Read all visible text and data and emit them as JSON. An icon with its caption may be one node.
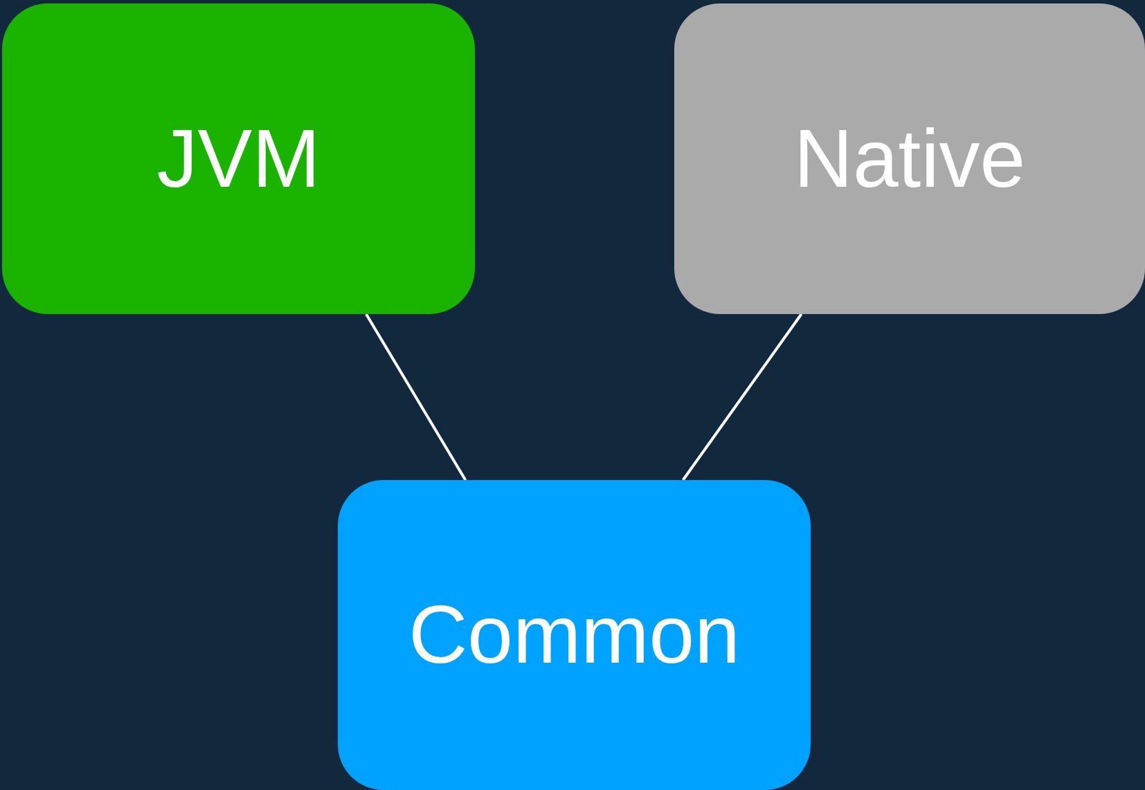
{
  "diagram": {
    "nodes": [
      {
        "text": [
          "JVM"
        ]
      },
      {
        "text": [
          "Native"
        ]
      },
      {
        "text": [
          "Common"
        ]
      }
    ],
    "edges": [
      {
        "from": 0,
        "to": 2,
        "arrow": "none"
      },
      {
        "from": 1,
        "to": 2,
        "arrow": "none"
      }
    ]
  }
}
